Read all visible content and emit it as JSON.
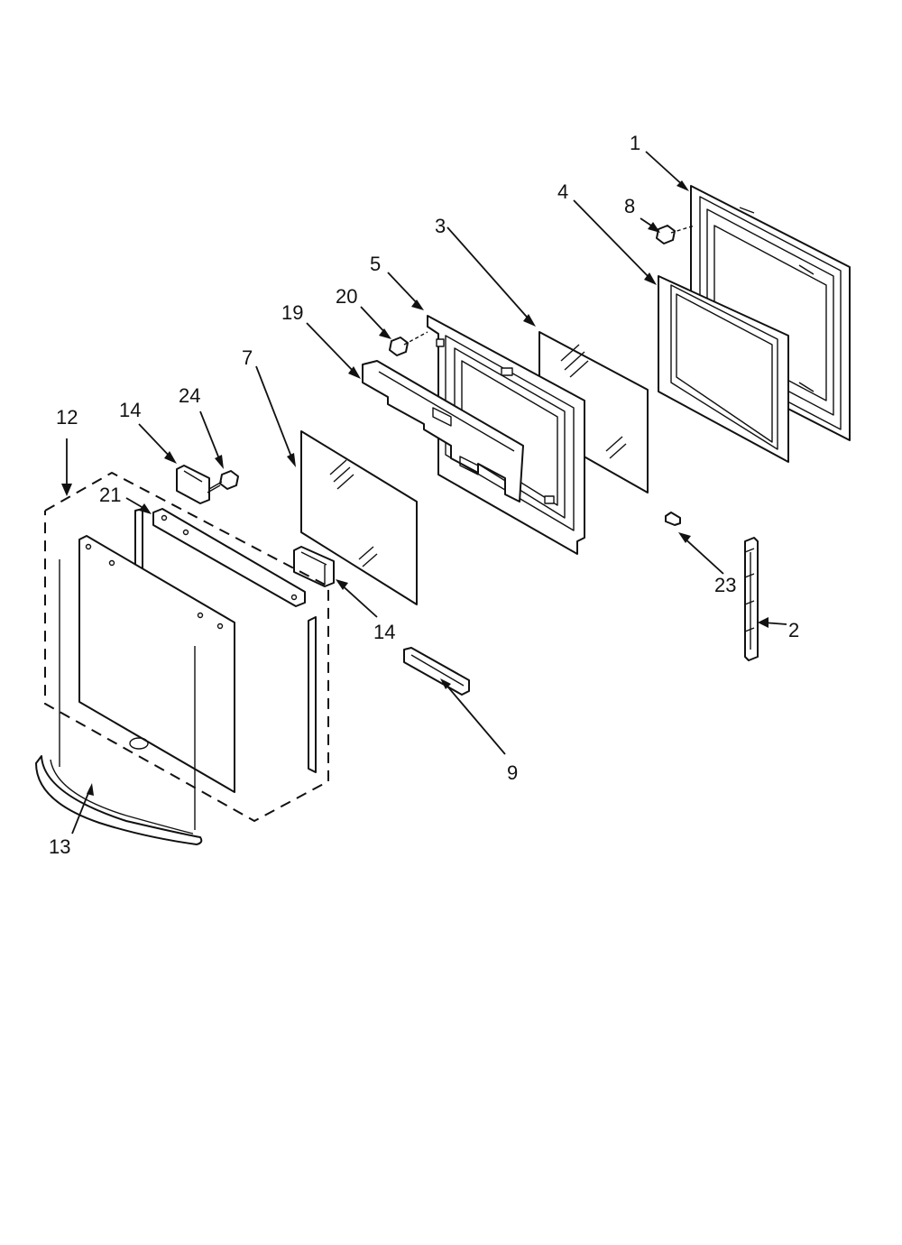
{
  "diagram": {
    "callouts": {
      "c1": "1",
      "c2": "2",
      "c3": "3",
      "c4": "4",
      "c5": "5",
      "c7": "7",
      "c8": "8",
      "c9": "9",
      "c12": "12",
      "c13": "13",
      "c14a": "14",
      "c14b": "14",
      "c19": "19",
      "c20": "20",
      "c21": "21",
      "c23": "23",
      "c24": "24"
    }
  }
}
